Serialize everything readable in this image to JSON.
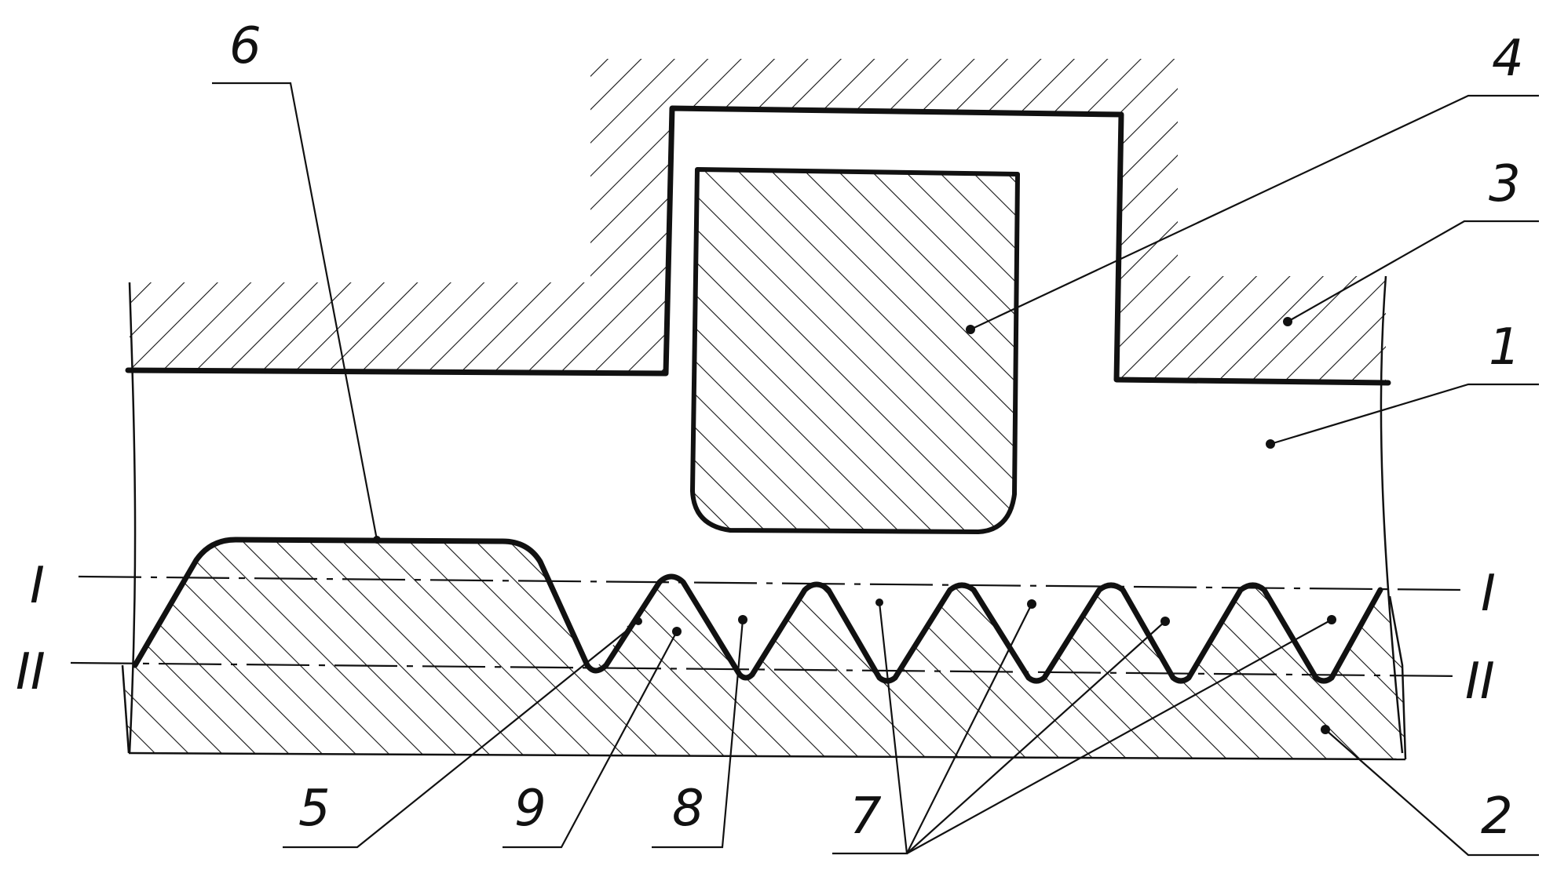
{
  "labels": {
    "part_1": "1",
    "part_2": "2",
    "part_3": "3",
    "part_4": "4",
    "part_5": "5",
    "part_6": "6",
    "part_7": "7",
    "part_8": "8",
    "part_9": "9",
    "line_I_left": "I",
    "line_I_right": "I",
    "line_II_left": "II",
    "line_II_right": "II"
  }
}
